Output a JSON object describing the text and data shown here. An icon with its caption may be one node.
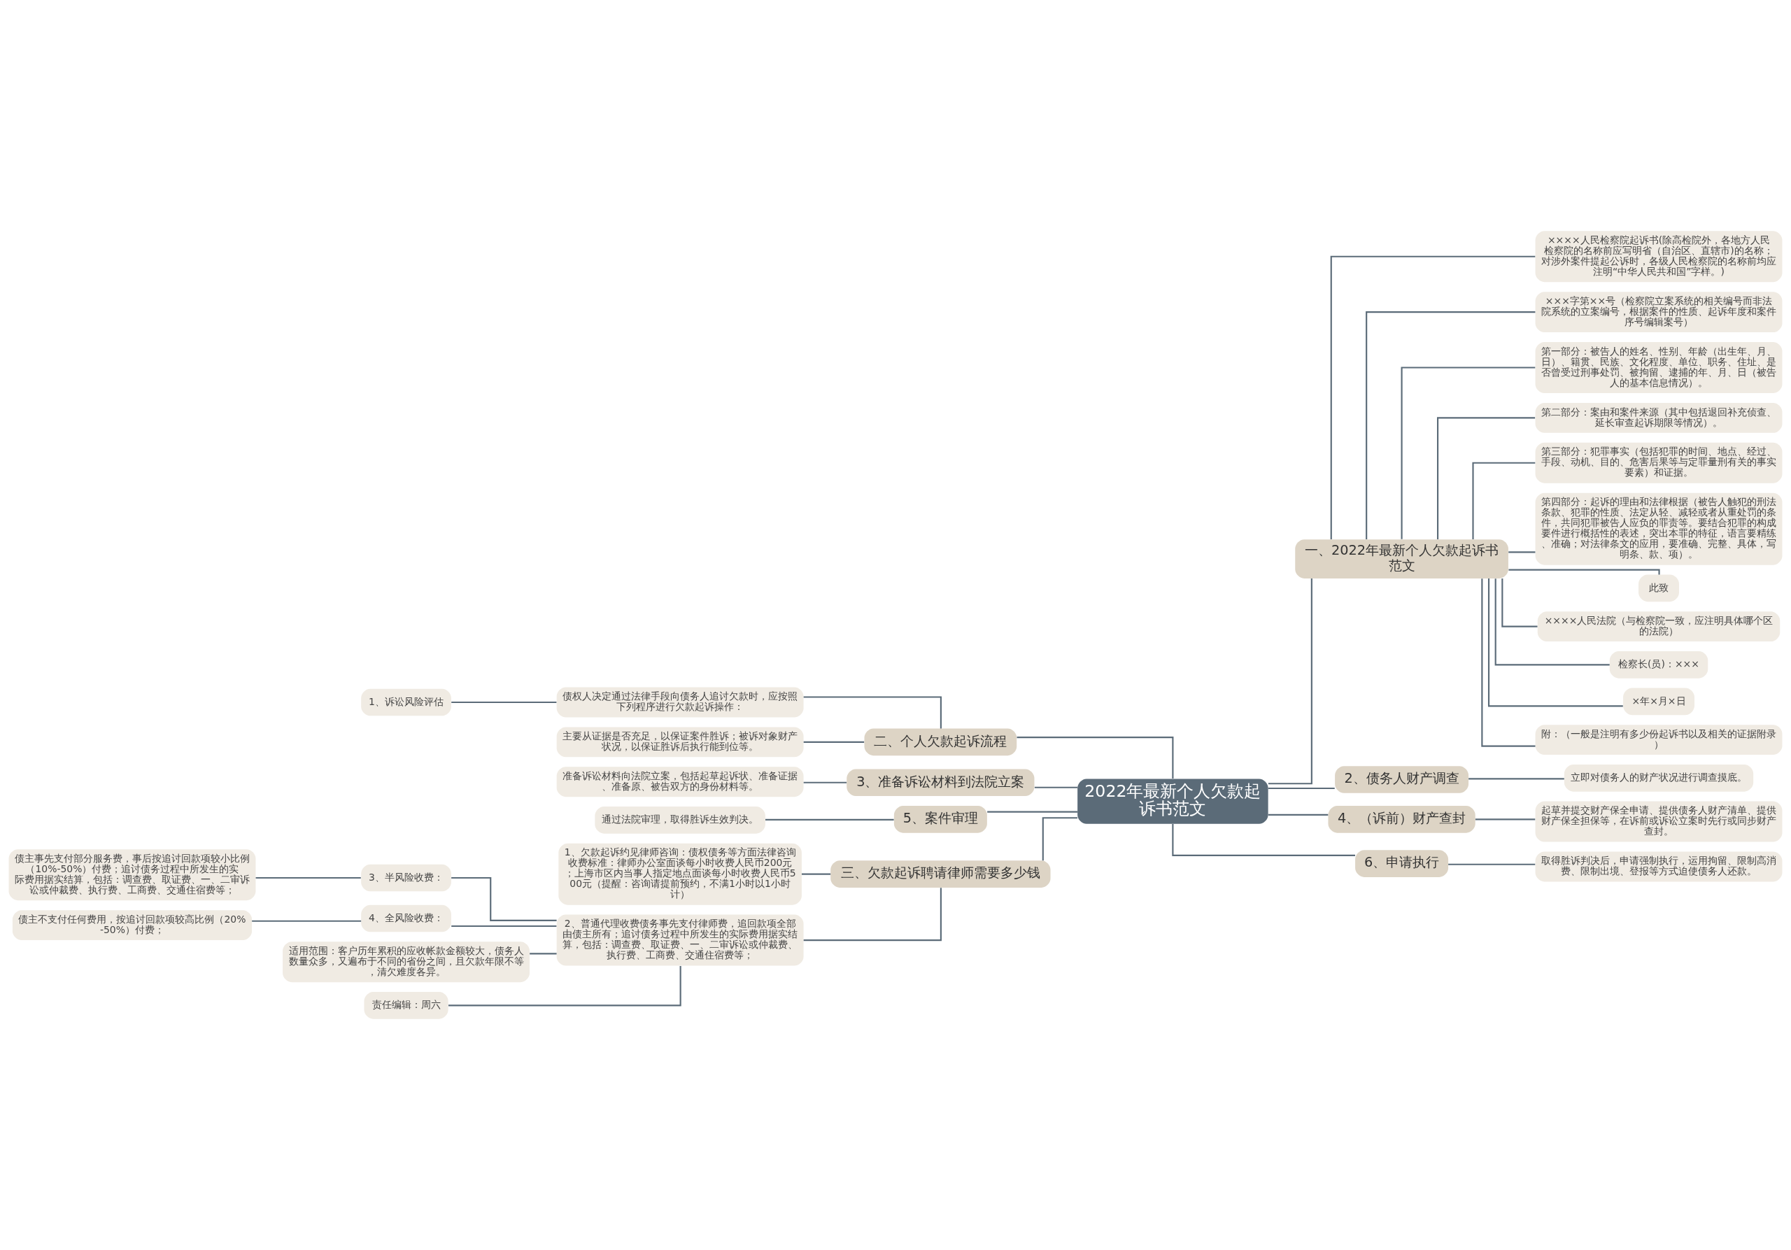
{
  "diagram": {
    "nodes": [
      {
        "text": [
          "2022年最新个人欠款起诉书范文"
        ]
      },
      {
        "text": [
          "一、2022年最新个人欠款起诉书范文"
        ]
      },
      {
        "text": [
          "××××人民检察院起诉书(除高检院外，各地方人民检察院的名称前应写明省（自治区、直辖市)的名称；对涉外案件提起公诉时，各级人民检察院的名称前均应注明“中华人民共和国”字样。)"
        ]
      },
      {
        "text": [
          "×××字第××号（检察院立案系统的相关编号而非法院系统的立案编号，根据案件的性质、起诉年度和案件序号编辑案号）"
        ]
      },
      {
        "text": [
          "第一部分：被告人的姓名、性别、年龄（出生年、月、日）、籍贯、民族、文化程度、单位、职务、住址、是否曾受过刑事处罚、被拘留、逮捕的年、月、日（被告人的基本信息情况）。"
        ]
      },
      {
        "text": [
          "第二部分：案由和案件来源（其中包括退回补充侦查、延长审查起诉期限等情况）。"
        ]
      },
      {
        "text": [
          "第三部分：犯罪事实（包括犯罪的时间、地点、经过、手段、动机、目的、危害后果等与定罪量刑有关的事实要素）和证据。"
        ]
      },
      {
        "text": [
          "第四部分：起诉的理由和法律根据（被告人触犯的刑法条款、犯罪的性质、法定从轻、减轻或者从重处罚的条件，共同犯罪被告人应负的罪责等。要结合犯罪的构成要件进行概括性的表述，突出本罪的特征，语言要精练、准确；对法律条文的应用，要准确、完整、具体，写明条、款、项）。"
        ]
      },
      {
        "text": [
          "此致"
        ]
      },
      {
        "text": [
          "××××人民法院（与检察院一致，应注明具体哪个区的法院）"
        ]
      },
      {
        "text": [
          "检察长(员)：×××"
        ]
      },
      {
        "text": [
          "×年×月×日"
        ]
      },
      {
        "text": [
          "附：（一般是注明有多少份起诉书以及相关的证据附录）"
        ]
      },
      {
        "text": [
          "2、债务人财产调查"
        ]
      },
      {
        "text": [
          "立即对债务人的财产状况进行调查摸底。"
        ]
      },
      {
        "text": [
          "4、（诉前）财产查封"
        ]
      },
      {
        "text": [
          "起草并提交财产保全申请、提供债务人财产清单、提供财产保全担保等，在诉前或诉讼立案时先行或同步财产查封。"
        ]
      },
      {
        "text": [
          "6、申请执行"
        ]
      },
      {
        "text": [
          "取得胜诉判决后，申请强制执行，运用拘留、限制高消费、限制出境、登报等方式迫使债务人还款。"
        ]
      },
      {
        "text": [
          "二、个人欠款起诉流程"
        ]
      },
      {
        "text": [
          "债权人决定通过法律手段向债务人追讨欠款时，应按照下列程序进行欠款起诉操作："
        ]
      },
      {
        "text": [
          "1、诉讼风险评估"
        ]
      },
      {
        "text": [
          "主要从证据是否充足，以保证案件胜诉；被诉对象财产状况，以保证胜诉后执行能到位等。"
        ]
      },
      {
        "text": [
          "3、准备诉讼材料到法院立案"
        ]
      },
      {
        "text": [
          "准备诉讼材料向法院立案，包括起草起诉状、准备证据、准备原、被告双方的身份材料等。"
        ]
      },
      {
        "text": [
          "5、案件审理"
        ]
      },
      {
        "text": [
          "通过法院审理，取得胜诉生效判决。"
        ]
      },
      {
        "text": [
          "三、欠款起诉聘请律师需要多少钱"
        ]
      },
      {
        "text": [
          "1、欠款起诉约见律师咨询：债权债务等方面法律咨询收费标准：律师办公室面谈每小时收费人民币200元；上海市区内当事人指定地点面谈每小时收费人民币500元（提醒：咨询请提前预约，不满1小时以1小时计）"
        ]
      },
      {
        "text": [
          "2、普通代理收费债务事先支付律师费，追回款项全部由债主所有；追讨债务过程中所发生的实际费用据实结算，包括：调查费、取证费、一、二审诉讼或仲裁费、执行费、工商费、交通住宿费等；"
        ]
      },
      {
        "text": [
          "3、半风险收费："
        ]
      },
      {
        "text": [
          "债主事先支付部分服务费，事后按追讨回款项较小比例（10%-50%）付费；追讨债务过程中所发生的实际费用据实结算，包括：调查费、取证费、一、二审诉讼或仲裁费、执行费、工商费、交通住宿费等；"
        ]
      },
      {
        "text": [
          "4、全风险收费："
        ]
      },
      {
        "text": [
          "债主不支付任何费用，按追讨回款项较高比例（20%-50%）付费；"
        ]
      },
      {
        "text": [
          "适用范围：客户历年累积的应收帐款金额较大，债务人数量众多，又遍布于不同的省份之间，且欠款年限不等，清欠难度各异。"
        ]
      },
      {
        "text": [
          "责任编辑：周六"
        ]
      }
    ],
    "edges": [
      {
        "from": 0,
        "to": 1,
        "arrow": "none"
      },
      {
        "from": 1,
        "to": 2,
        "arrow": "none"
      },
      {
        "from": 1,
        "to": 3,
        "arrow": "none"
      },
      {
        "from": 1,
        "to": 4,
        "arrow": "none"
      },
      {
        "from": 1,
        "to": 5,
        "arrow": "none"
      },
      {
        "from": 1,
        "to": 6,
        "arrow": "none"
      },
      {
        "from": 1,
        "to": 7,
        "arrow": "none"
      },
      {
        "from": 1,
        "to": 8,
        "arrow": "none"
      },
      {
        "from": 1,
        "to": 9,
        "arrow": "none"
      },
      {
        "from": 1,
        "to": 10,
        "arrow": "none"
      },
      {
        "from": 1,
        "to": 11,
        "arrow": "none"
      },
      {
        "from": 1,
        "to": 12,
        "arrow": "none"
      },
      {
        "from": 0,
        "to": 13,
        "arrow": "none"
      },
      {
        "from": 13,
        "to": 14,
        "arrow": "none"
      },
      {
        "from": 0,
        "to": 15,
        "arrow": "none"
      },
      {
        "from": 15,
        "to": 16,
        "arrow": "none"
      },
      {
        "from": 0,
        "to": 17,
        "arrow": "none"
      },
      {
        "from": 17,
        "to": 18,
        "arrow": "none"
      },
      {
        "from": 0,
        "to": 19,
        "arrow": "none"
      },
      {
        "from": 19,
        "to": 20,
        "arrow": "none"
      },
      {
        "from": 20,
        "to": 21,
        "arrow": "none"
      },
      {
        "from": 19,
        "to": 22,
        "arrow": "none"
      },
      {
        "from": 0,
        "to": 23,
        "arrow": "none"
      },
      {
        "from": 23,
        "to": 24,
        "arrow": "none"
      },
      {
        "from": 0,
        "to": 25,
        "arrow": "none"
      },
      {
        "from": 25,
        "to": 26,
        "arrow": "none"
      },
      {
        "from": 0,
        "to": 27,
        "arrow": "none"
      },
      {
        "from": 27,
        "to": 28,
        "arrow": "none"
      },
      {
        "from": 27,
        "to": 29,
        "arrow": "none"
      },
      {
        "from": 29,
        "to": 30,
        "arrow": "none"
      },
      {
        "from": 30,
        "to": 31,
        "arrow": "none"
      },
      {
        "from": 29,
        "to": 32,
        "arrow": "none"
      },
      {
        "from": 32,
        "to": 33,
        "arrow": "none"
      },
      {
        "from": 29,
        "to": 34,
        "arrow": "none"
      },
      {
        "from": 29,
        "to": 35,
        "arrow": "none"
      }
    ]
  }
}
